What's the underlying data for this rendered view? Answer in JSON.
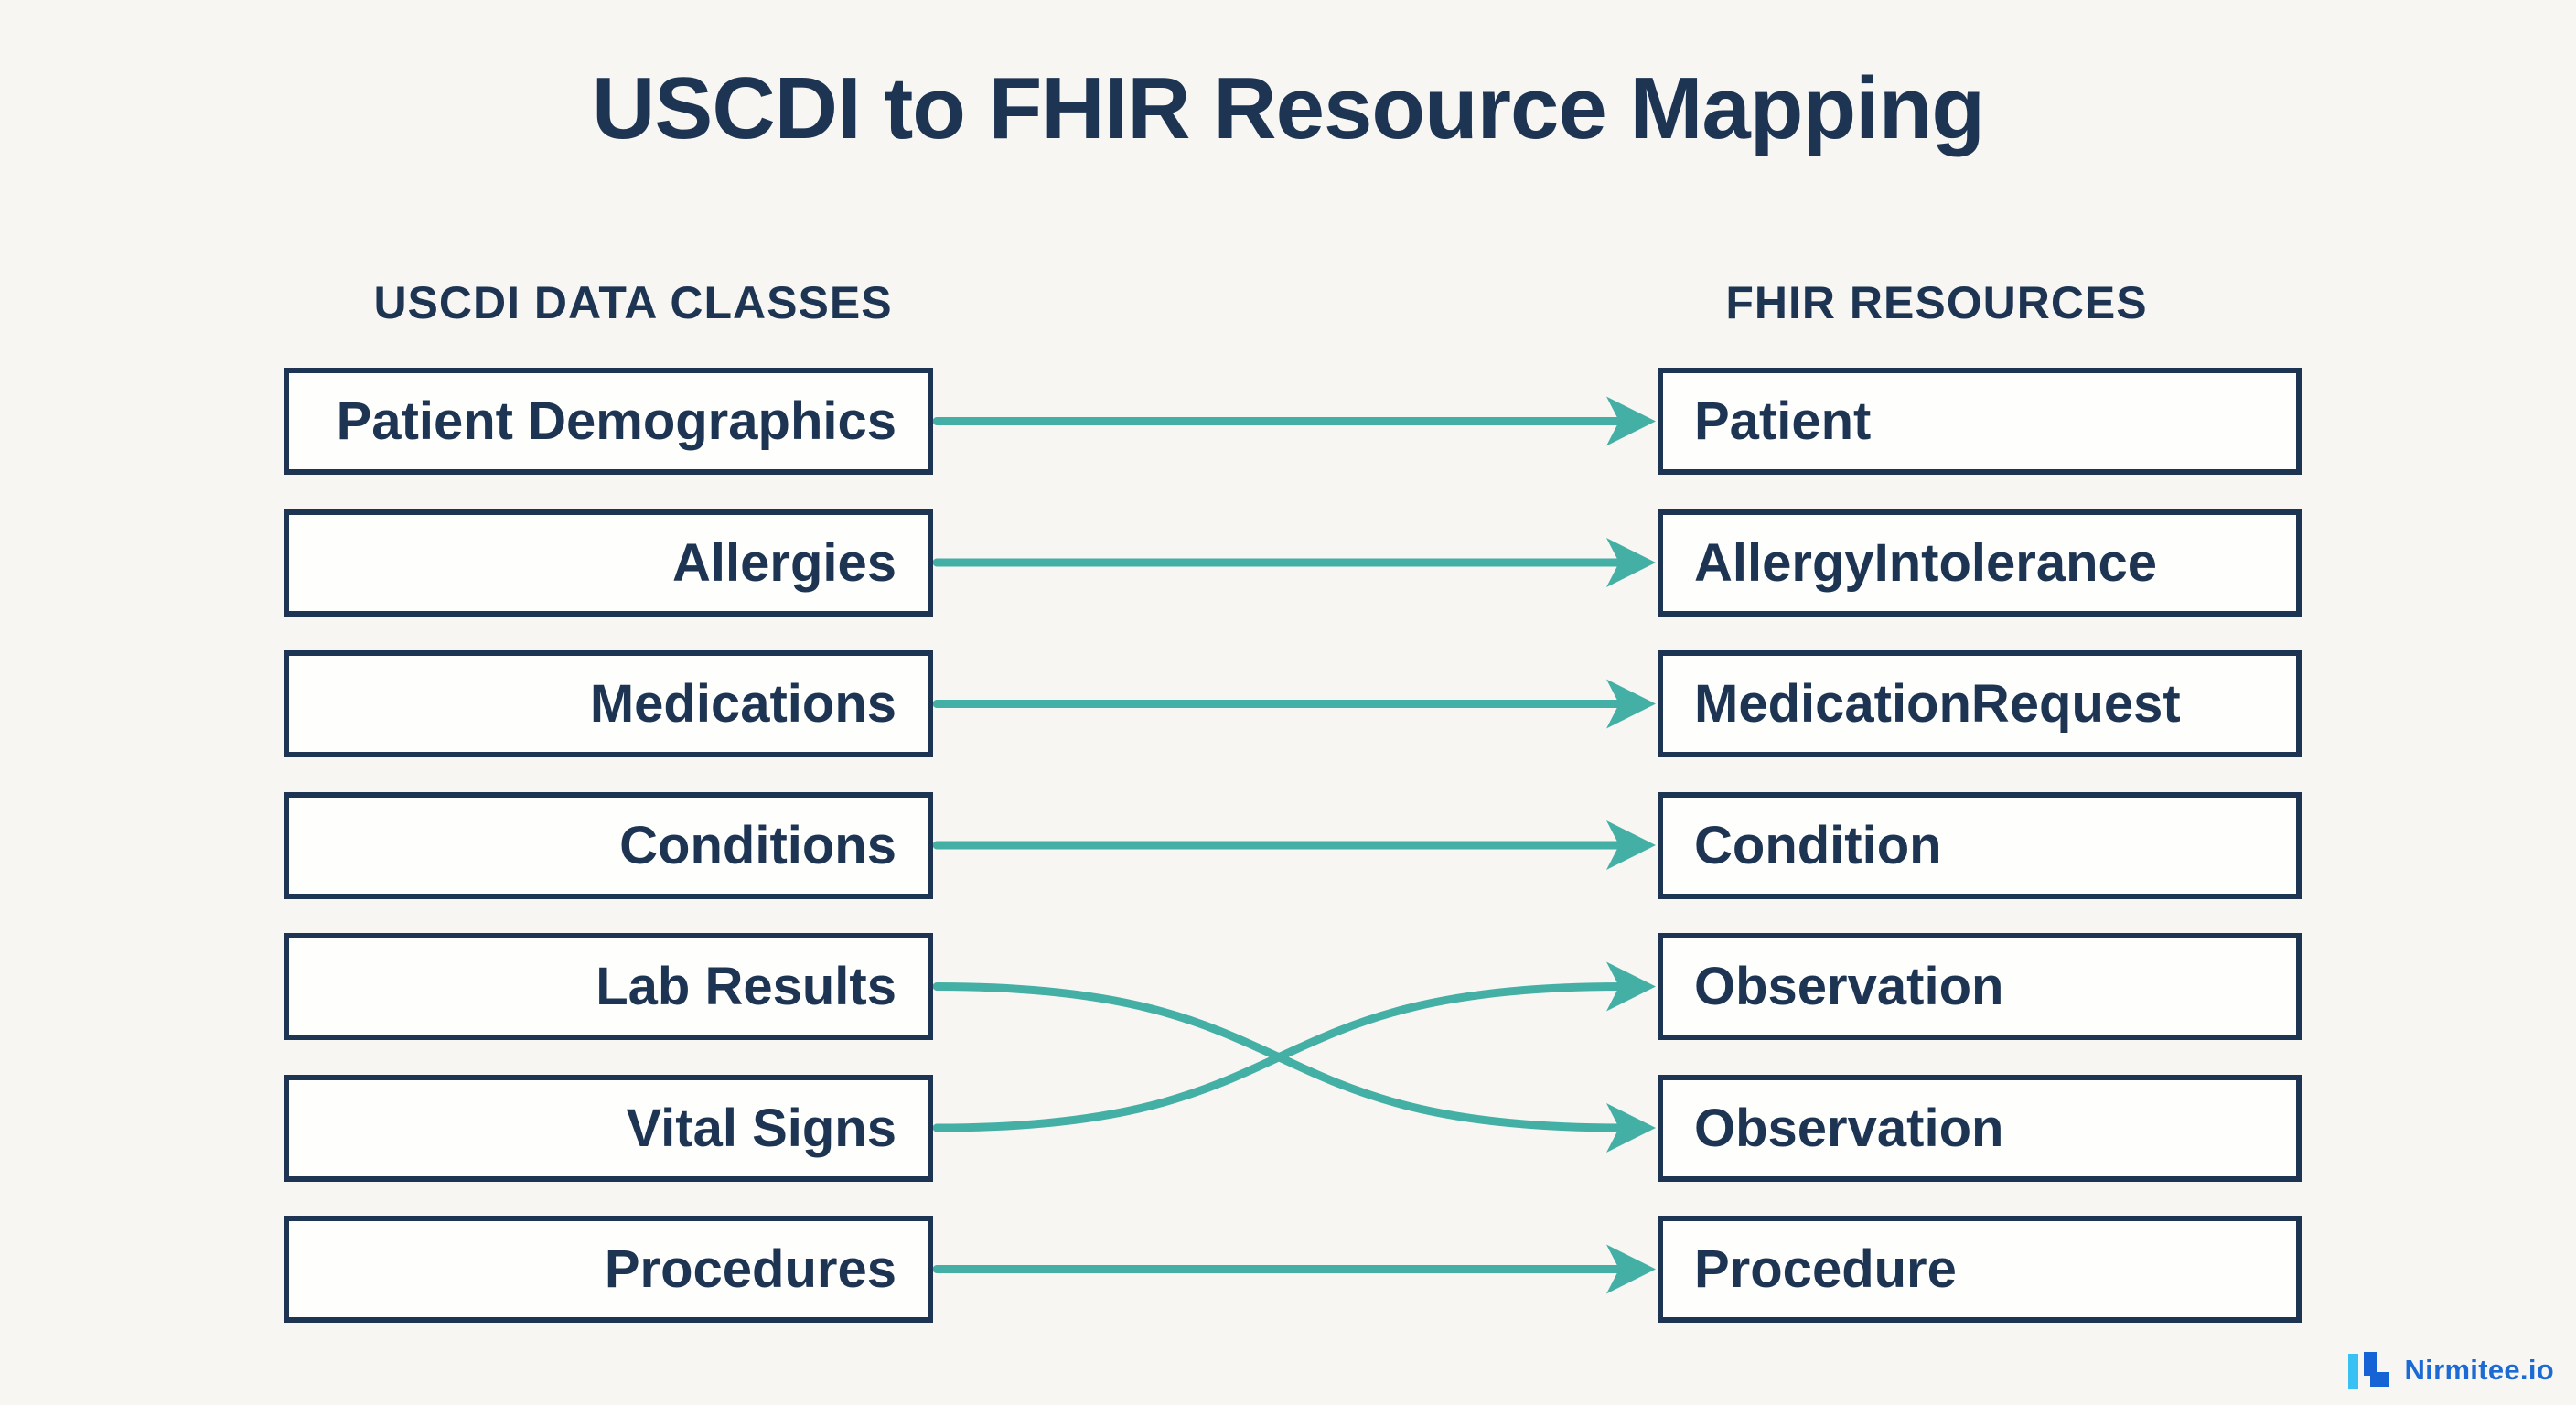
{
  "title": "USCDI to FHIR Resource Mapping",
  "columns": {
    "left": {
      "header": "USCDI DATA CLASSES",
      "items": [
        "Patient Demographics",
        "Allergies",
        "Medications",
        "Conditions",
        "Lab Results",
        "Vital Signs",
        "Procedures"
      ]
    },
    "right": {
      "header": "FHIR RESOURCES",
      "items": [
        "Patient",
        "AllergyIntolerance",
        "MedicationRequest",
        "Condition",
        "Observation",
        "Observation",
        "Procedure"
      ]
    }
  },
  "mappings": [
    {
      "from": 0,
      "to": 0
    },
    {
      "from": 1,
      "to": 1
    },
    {
      "from": 2,
      "to": 2
    },
    {
      "from": 3,
      "to": 3
    },
    {
      "from": 4,
      "to": 5
    },
    {
      "from": 5,
      "to": 4
    },
    {
      "from": 6,
      "to": 6
    }
  ],
  "logo": {
    "text": "Nirmitee.io"
  },
  "colors": {
    "navy": "#1d3453",
    "teal": "#44b0a5",
    "background": "#f7f6f2",
    "box_fill": "#fefefd",
    "logo_blue": "#1c6ad3",
    "logo_cyan": "#38c1f2",
    "logo_dark_blue": "#1663d6"
  }
}
